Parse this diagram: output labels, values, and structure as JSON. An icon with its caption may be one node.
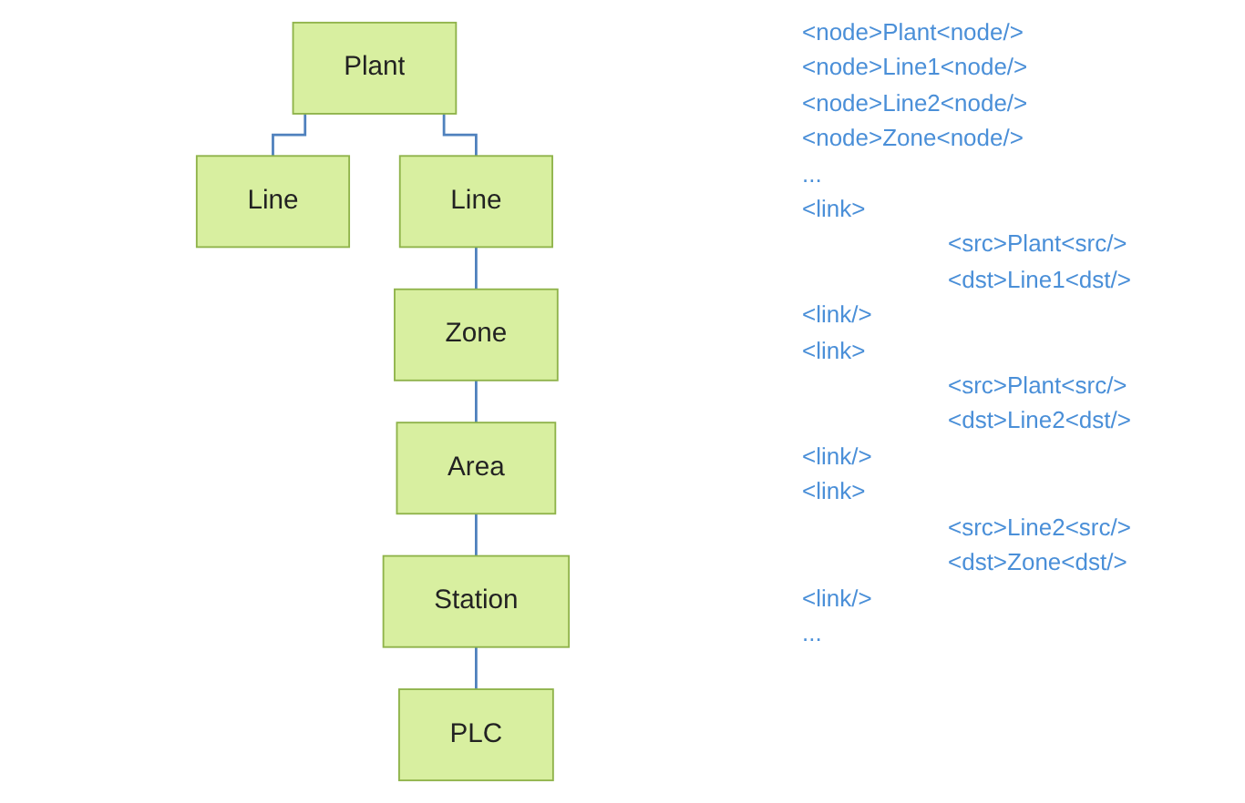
{
  "diagram": {
    "nodes": [
      {
        "text": [
          "Plant"
        ]
      },
      {
        "text": [
          "Line"
        ]
      },
      {
        "text": [
          "Line"
        ]
      },
      {
        "text": [
          "Zone"
        ]
      },
      {
        "text": [
          "Area"
        ]
      },
      {
        "text": [
          "Station"
        ]
      },
      {
        "text": [
          "PLC"
        ]
      }
    ],
    "edges": [
      {
        "from": 0,
        "to": 1,
        "arrow": "none"
      },
      {
        "from": 0,
        "to": 2,
        "arrow": "none"
      },
      {
        "from": 2,
        "to": 3,
        "arrow": "none"
      },
      {
        "from": 3,
        "to": 4,
        "arrow": "none"
      },
      {
        "from": 4,
        "to": 5,
        "arrow": "none"
      },
      {
        "from": 5,
        "to": 6,
        "arrow": "none"
      }
    ],
    "labels": [
      "<node>Plant<node/>",
      "<node>Line1<node/>",
      "<node>Line2<node/>",
      "<node>Zone<node/>",
      "...",
      "<link>",
      "<src>Plant<src/>",
      "<dst>Line1<dst/>",
      "<link/>",
      "<link>",
      "<src>Plant<src/>",
      "<dst>Line2<dst/>",
      "<link/>",
      "<link>",
      "<src>Line2<src/>",
      "<dst>Zone<dst/>",
      "<link/>",
      "..."
    ]
  }
}
